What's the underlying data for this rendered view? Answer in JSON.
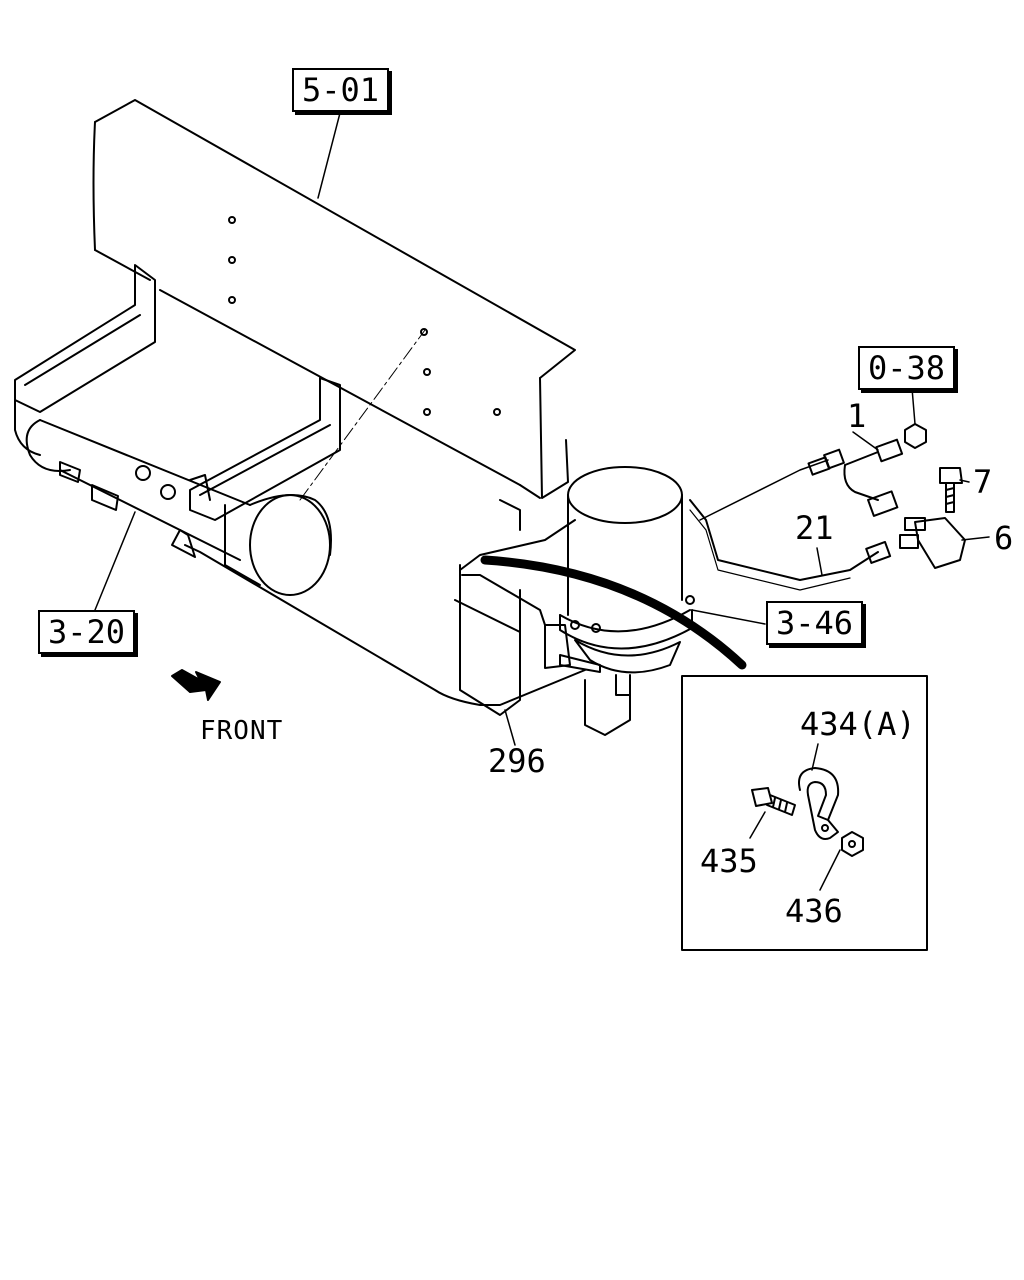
{
  "diagram": {
    "reference_labels": {
      "ref_5_01": "5-01",
      "ref_0_38": "0-38",
      "ref_3_20": "3-20",
      "ref_3_46": "3-46"
    },
    "part_numbers": {
      "p1": "1",
      "p7": "7",
      "p6": "6",
      "p21": "21",
      "p296": "296",
      "p434a": "434(A)",
      "p435": "435",
      "p436": "436"
    },
    "direction_label": "FRONT",
    "line_color": "#000000",
    "background_color": "#ffffff"
  }
}
